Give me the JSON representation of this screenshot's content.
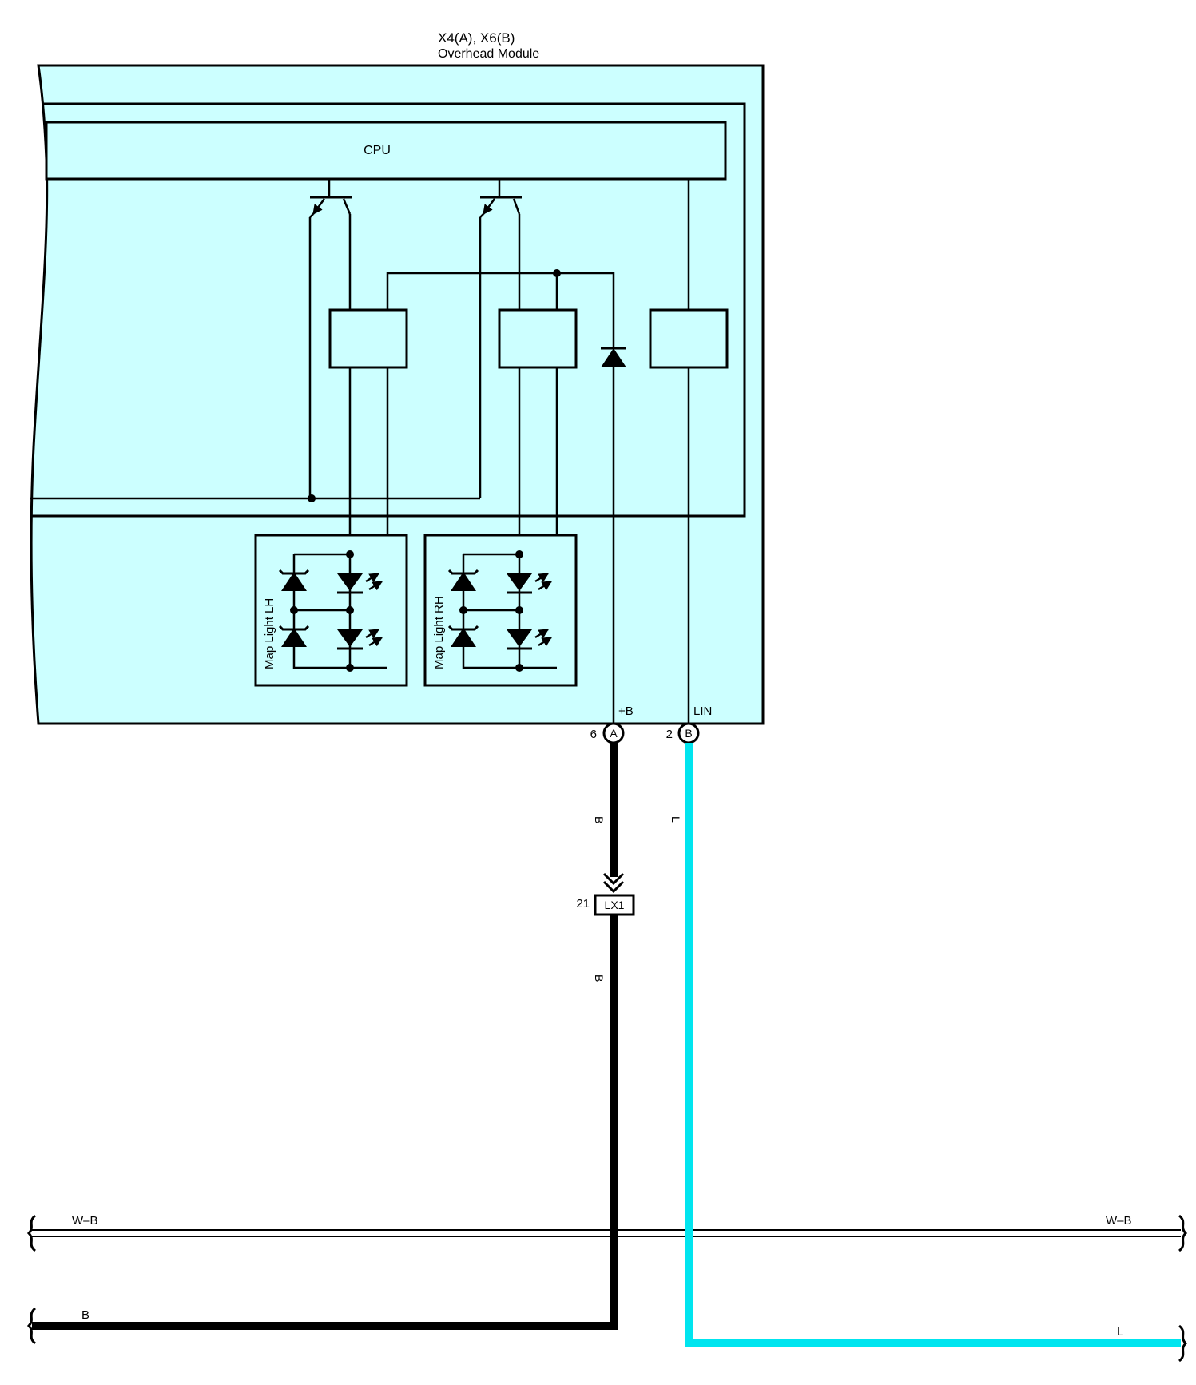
{
  "module": {
    "connectors": "X4(A), X6(B)",
    "name": "Overhead Module",
    "fill_color": "#ccffff"
  },
  "cpu": {
    "label": "CPU"
  },
  "map_lights": {
    "lh": "Map Light LH",
    "rh": "Map Light RH"
  },
  "pins": {
    "plus_b": {
      "label": "+B",
      "number": "6",
      "connector": "A"
    },
    "lin": {
      "label": "LIN",
      "number": "2",
      "connector": "B"
    }
  },
  "wires": {
    "plus_b_upper": "B",
    "plus_b_lower": "B",
    "lin": "L",
    "bus_wb_left": "W–B",
    "bus_wb_right": "W–B",
    "bus_b_left": "B",
    "bus_l_right": "L",
    "black_color": "#000000",
    "lin_color": "#00e5ef"
  },
  "junction": {
    "pin": "21",
    "label": "LX1"
  }
}
